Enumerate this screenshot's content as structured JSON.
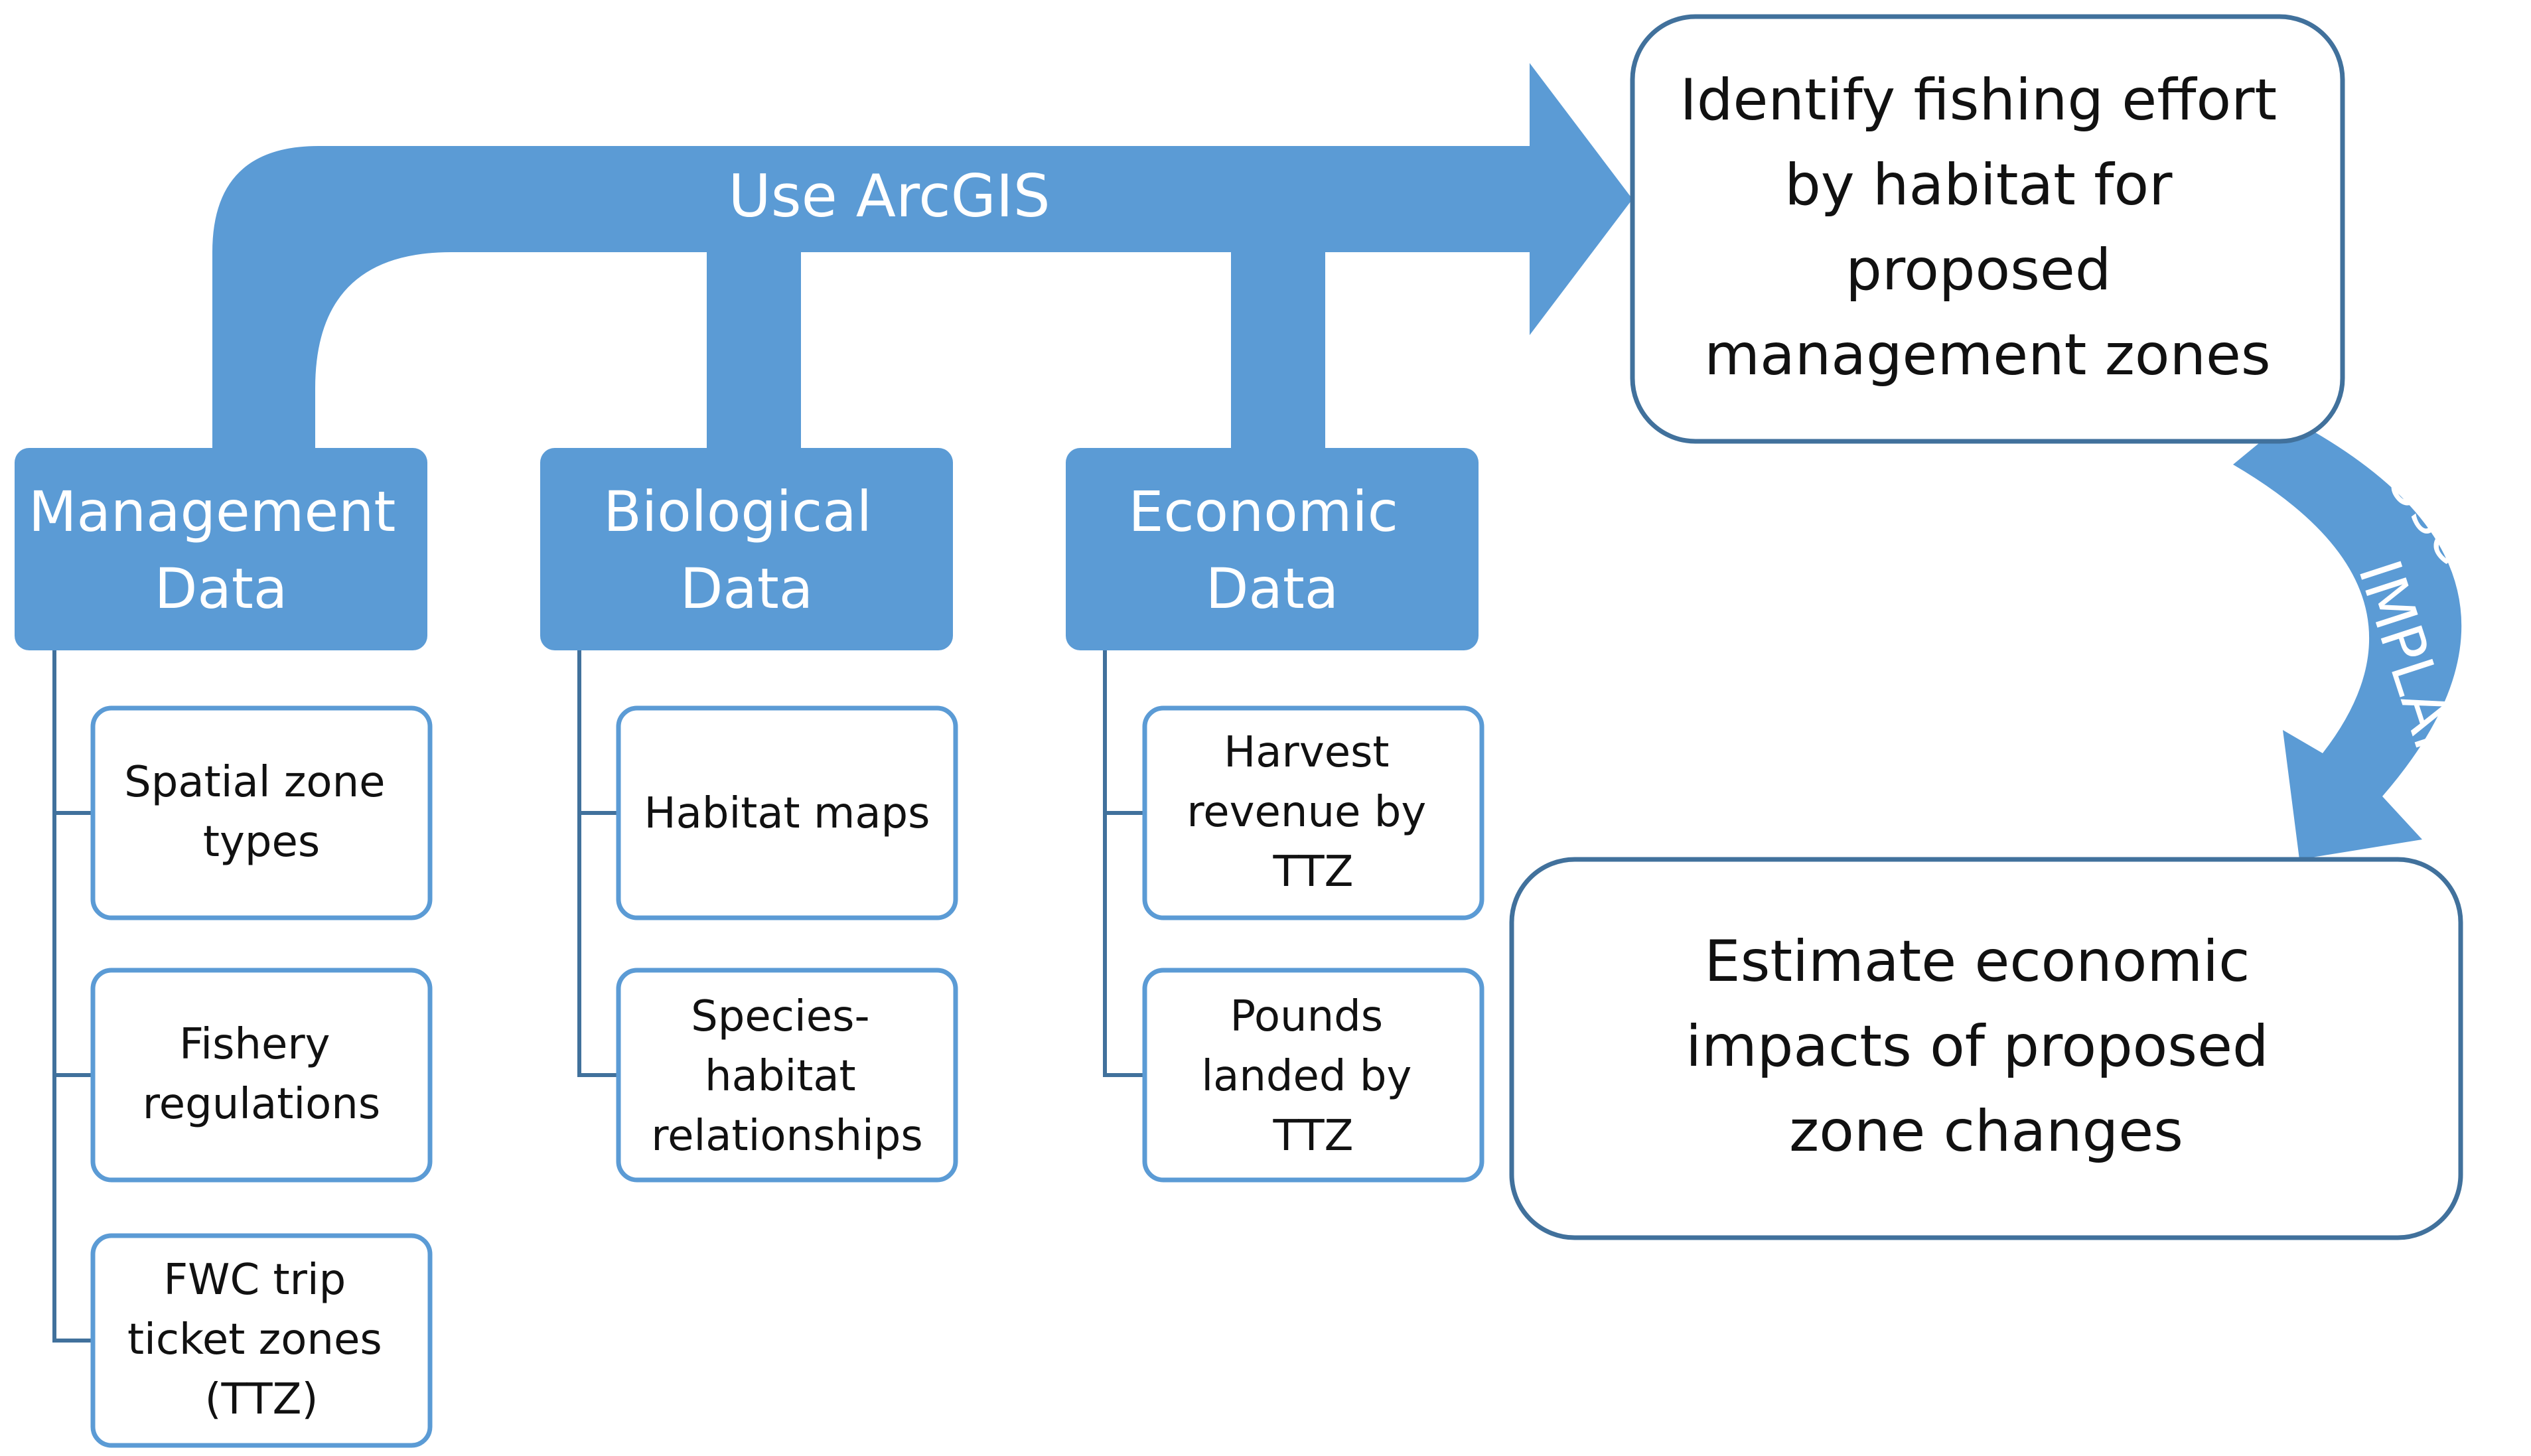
{
  "colors": {
    "accent": "#5b9bd5",
    "outline": "#41719c",
    "tree_line": "#41719c",
    "text_dark": "#111111",
    "text_light": "#ffffff"
  },
  "arrows": {
    "arcgis_label": "Use ArcGIS",
    "implan_label_line1": "Use",
    "implan_label_line2": "IMPLAN"
  },
  "categories": [
    {
      "key": "management",
      "title_lines": [
        "Management",
        "Data"
      ],
      "items": [
        {
          "lines": [
            "Spatial zone",
            "types"
          ]
        },
        {
          "lines": [
            "Fishery",
            "regulations"
          ]
        },
        {
          "lines": [
            "FWC trip",
            "ticket zones",
            "(TTZ)"
          ]
        }
      ]
    },
    {
      "key": "biological",
      "title_lines": [
        "Biological",
        "Data"
      ],
      "items": [
        {
          "lines": [
            "Habitat maps"
          ]
        },
        {
          "lines": [
            "Species-",
            "habitat",
            "relationships"
          ]
        }
      ]
    },
    {
      "key": "economic",
      "title_lines": [
        "Economic",
        "Data"
      ],
      "items": [
        {
          "lines": [
            "Harvest",
            "revenue by",
            "TTZ"
          ]
        },
        {
          "lines": [
            "Pounds",
            "landed by",
            "TTZ"
          ]
        }
      ]
    }
  ],
  "outputs": {
    "identify_lines": [
      "Identify fishing effort",
      "by habitat for",
      "proposed",
      "management zones"
    ],
    "estimate_lines": [
      "Estimate economic",
      "impacts of proposed",
      "zone changes"
    ]
  }
}
